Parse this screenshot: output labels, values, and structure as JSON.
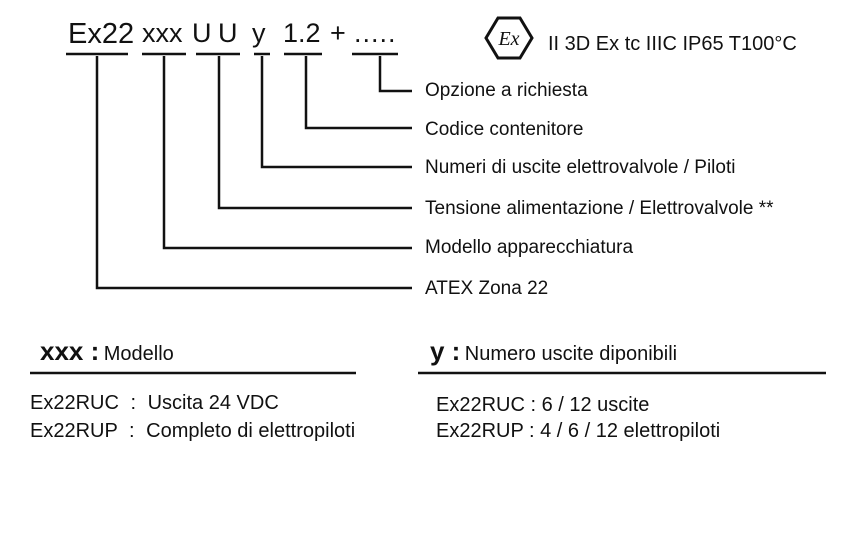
{
  "code_segments": {
    "prefix": "Ex22",
    "model": "xxx",
    "u1": "U",
    "u2": "U",
    "y": "y",
    "container": "1.2",
    "plus": "+",
    "options": "....."
  },
  "atex_logo_text": "Ex",
  "certification": "II 3D Ex tc IIIC IP65 T100°C",
  "legend": [
    "Opzione a richiesta",
    "Codice contenitore",
    "Numeri di uscite elettrovalvole / Piloti",
    "Tensione alimentazione / Elettrovalvole **",
    "Modello apparecchiatura",
    "ATEX Zona 22"
  ],
  "model_section": {
    "key": "xxx :",
    "label": "Modello",
    "rows": [
      {
        "code": "Ex22RUC",
        "sep": ":",
        "desc": "Uscita 24 VDC"
      },
      {
        "code": "Ex22RUP",
        "sep": ":",
        "desc": "Completo di elettropiloti"
      }
    ]
  },
  "outputs_section": {
    "key": "y :",
    "label": "Numero uscite diponibili",
    "rows": [
      {
        "text": "Ex22RUC : 6 / 12 uscite"
      },
      {
        "text": "Ex22RUP : 4 / 6 / 12 elettropiloti"
      }
    ]
  },
  "colors": {
    "ink": "#111111",
    "background": "#ffffff"
  }
}
